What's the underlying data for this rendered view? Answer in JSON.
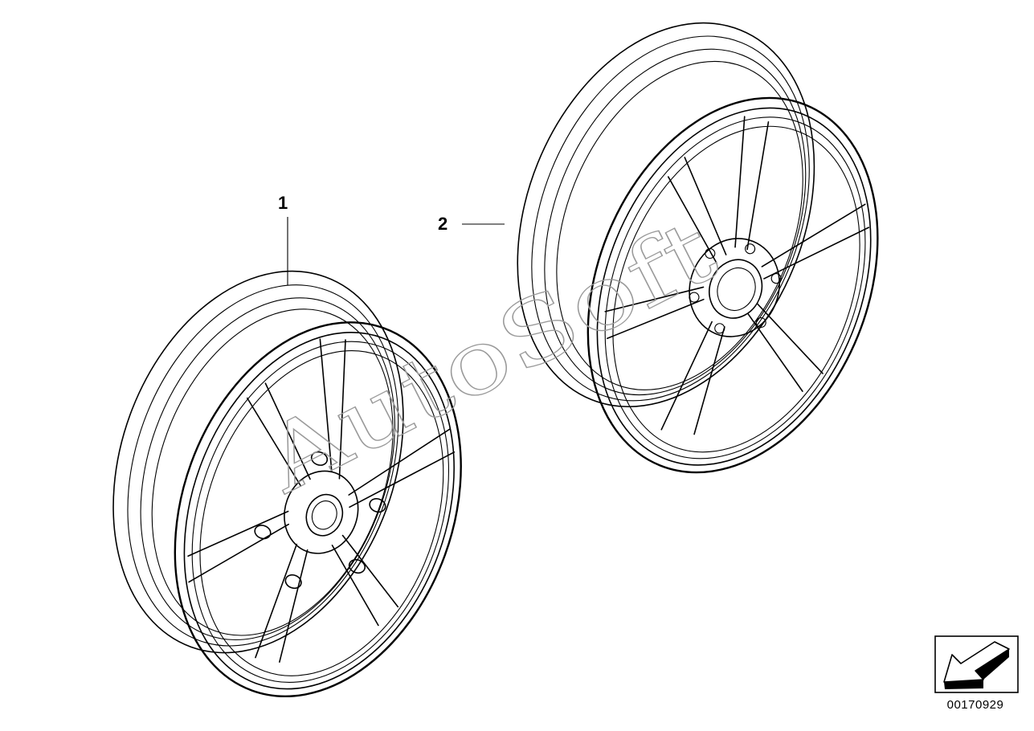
{
  "parts": [
    {
      "callout": "1"
    },
    {
      "callout": "2"
    }
  ],
  "watermark": "AutoSoft",
  "diagram_id": "00170929",
  "nav_icon": "direction-arrow-icon"
}
